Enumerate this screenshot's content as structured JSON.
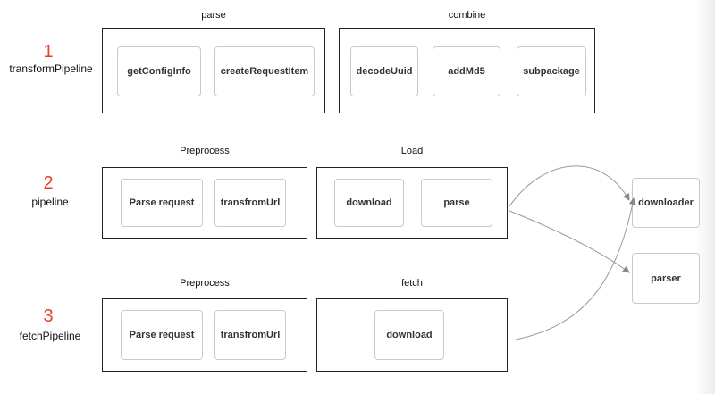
{
  "pipelines": [
    {
      "number": "1",
      "name": "transformPipeline",
      "stages": [
        {
          "title": "parse",
          "steps": [
            "getConfigInfo",
            "createRequestItem"
          ]
        },
        {
          "title": "combine",
          "steps": [
            "decodeUuid",
            "addMd5",
            "subpackage"
          ]
        }
      ]
    },
    {
      "number": "2",
      "name": "pipeline",
      "stages": [
        {
          "title": "Preprocess",
          "steps": [
            "Parse request",
            "transfromUrl"
          ]
        },
        {
          "title": "Load",
          "steps": [
            "download",
            "parse"
          ]
        }
      ]
    },
    {
      "number": "3",
      "name": "fetchPipeline",
      "stages": [
        {
          "title": "Preprocess",
          "steps": [
            "Parse request",
            "transfromUrl"
          ]
        },
        {
          "title": "fetch",
          "steps": [
            "download"
          ]
        }
      ]
    }
  ],
  "handlers": {
    "downloader": "downloader",
    "parser": "parser"
  },
  "colors": {
    "number": "#e8402a",
    "stage_border": "#222222",
    "step_border": "#c9c9c9",
    "arrow": "#999999"
  }
}
